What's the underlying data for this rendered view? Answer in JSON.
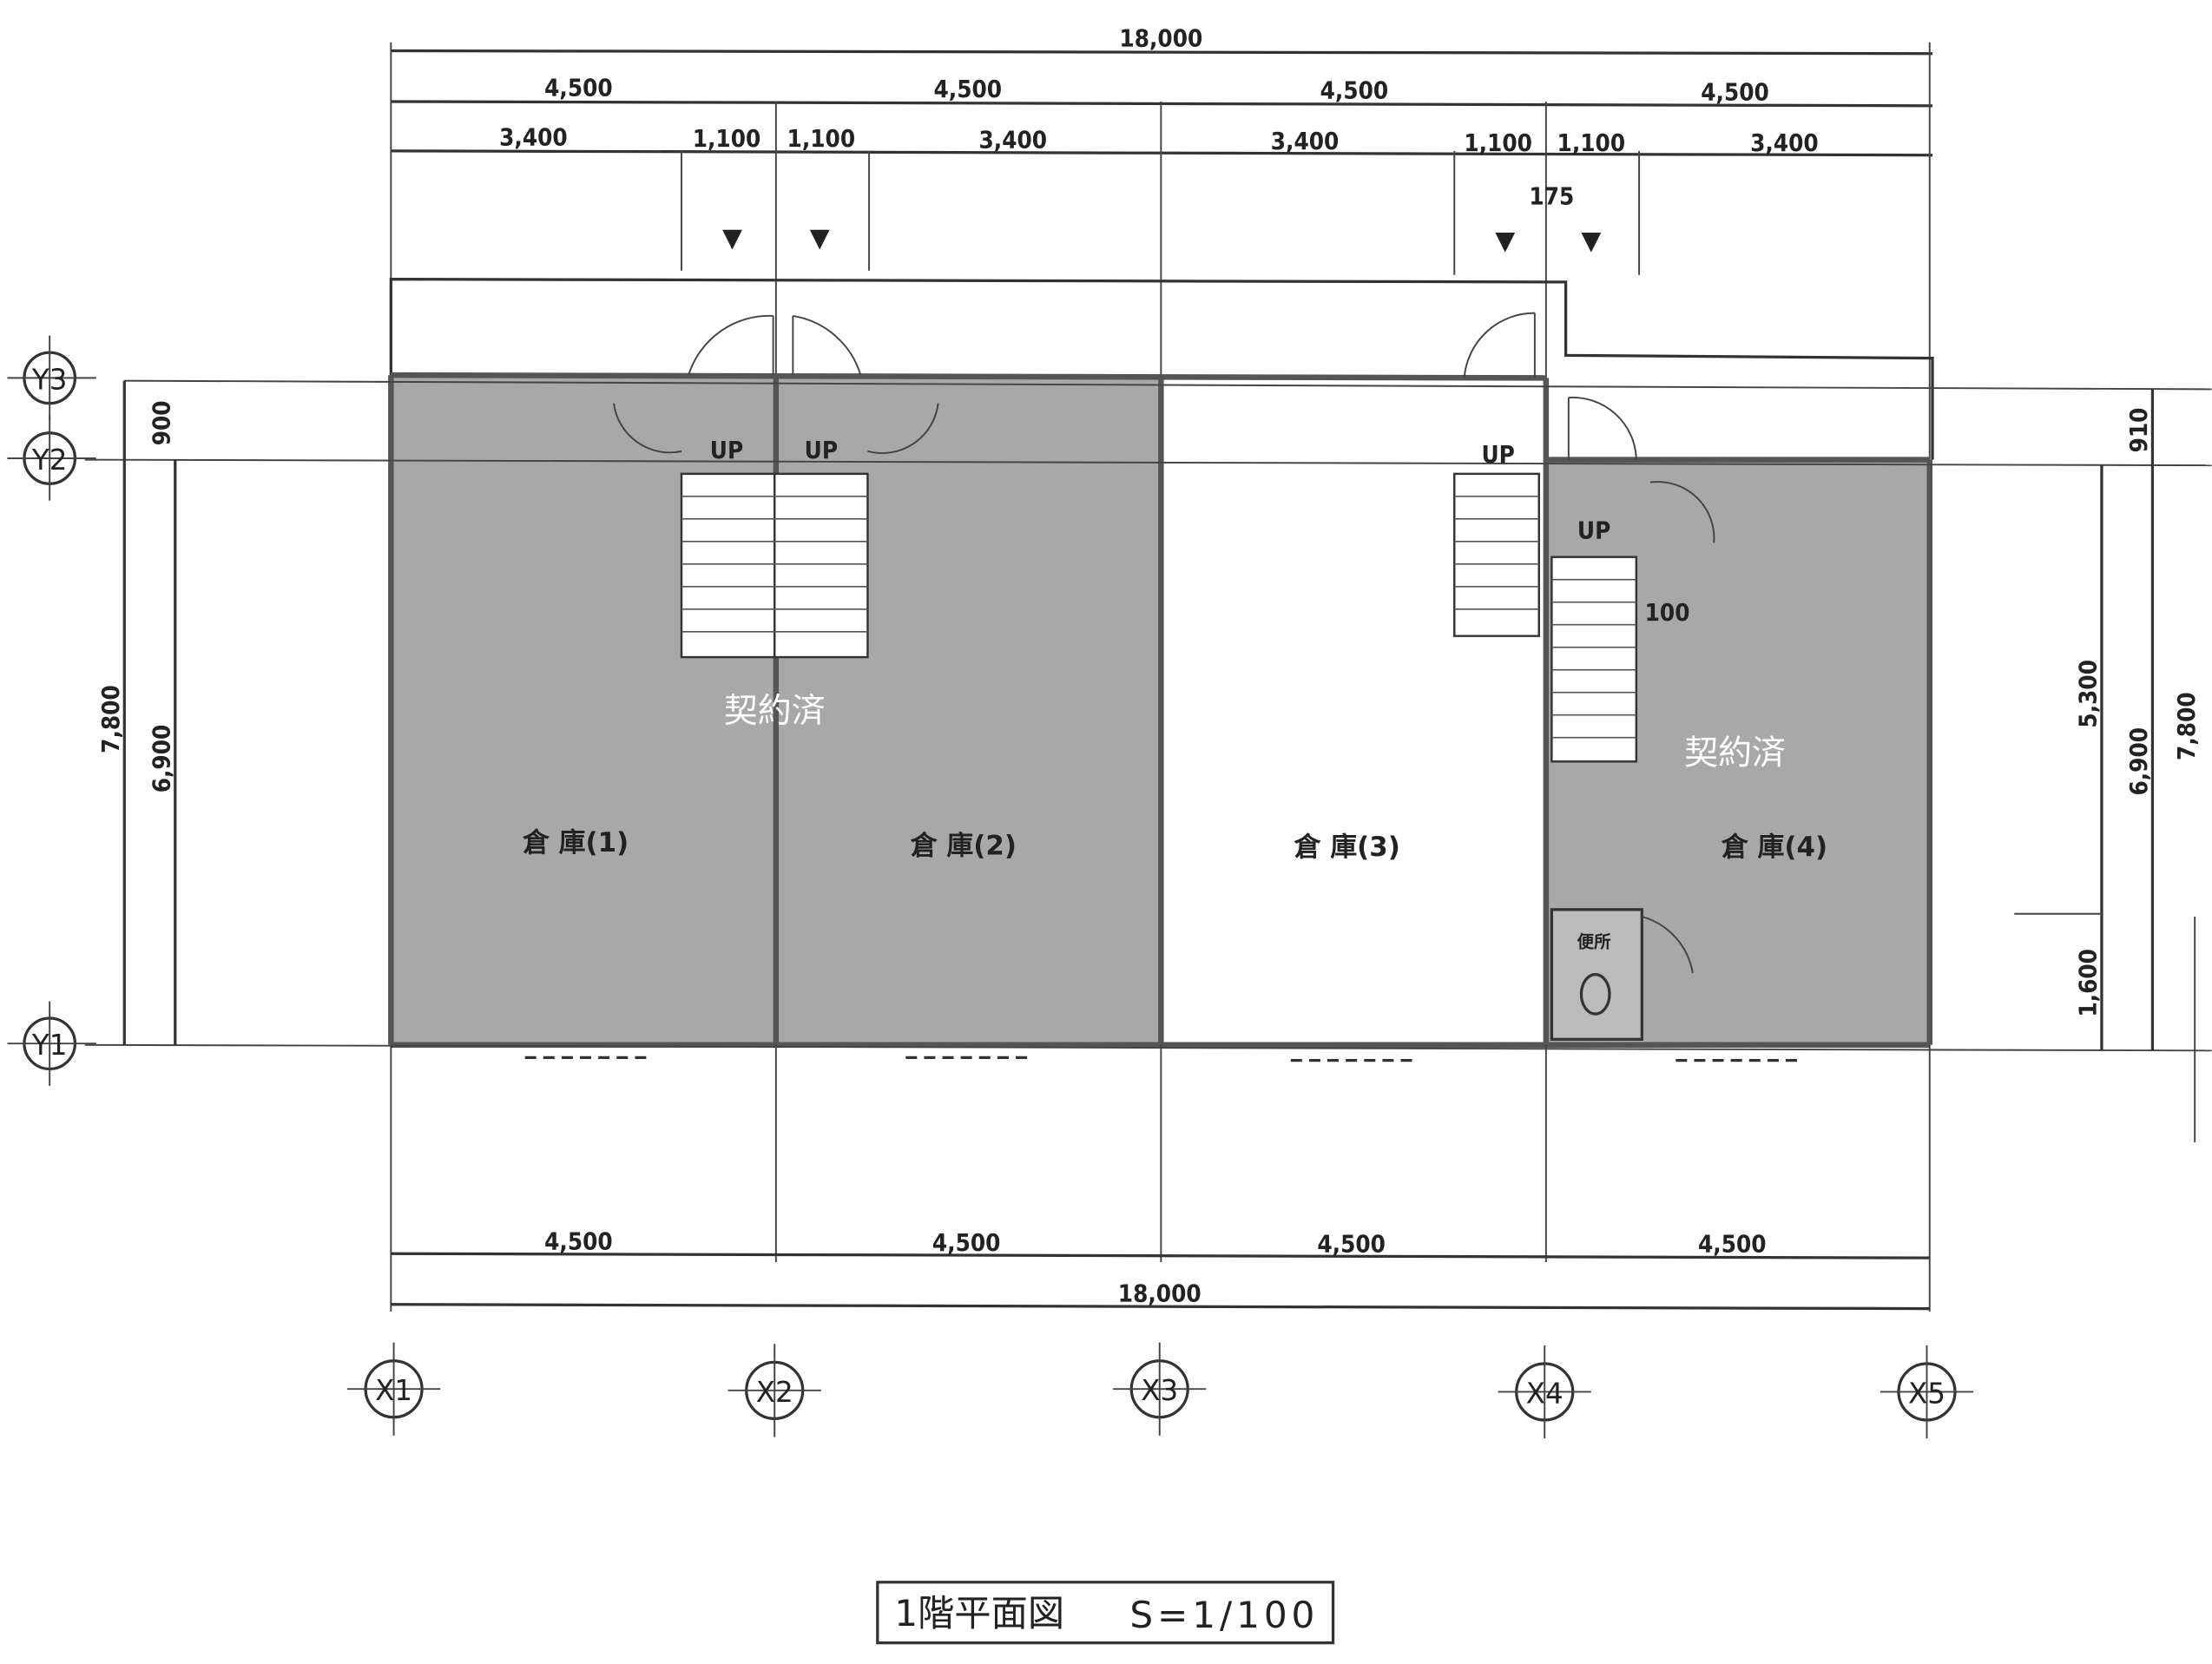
{
  "drawing": {
    "title": "1階平面図",
    "scale": "S=1/100",
    "top_dimensions": {
      "overall": "18,000",
      "bays": [
        "4,500",
        "4,500",
        "4,500",
        "4,500"
      ],
      "sub": [
        "3,400",
        "1,100",
        "1,100",
        "3,400",
        "3,400",
        "1,100",
        "1,100",
        "3,400"
      ],
      "offset": "175"
    },
    "bottom_dimensions": {
      "bays": [
        "4,500",
        "4,500",
        "4,500",
        "4,500"
      ],
      "overall": "18,000"
    },
    "left_dimensions": {
      "top": "900",
      "overall": "7,800",
      "inner": "6,900"
    },
    "right_dimensions": {
      "top": "910",
      "upper": "5,300",
      "inner": "6,900",
      "overall": "7,800",
      "lower": "1,600"
    },
    "grid_x": [
      "X1",
      "X2",
      "X3",
      "X4",
      "X5"
    ],
    "grid_y": [
      "Y3",
      "Y2",
      "Y1"
    ],
    "rooms": [
      {
        "label": "倉 庫(1)",
        "contracted": true
      },
      {
        "label": "倉 庫(2)",
        "contracted": true
      },
      {
        "label": "倉 庫(3)",
        "contracted": false
      },
      {
        "label": "倉 庫(4)",
        "contracted": true
      }
    ],
    "toilet_label": "便所",
    "stair_label": "UP",
    "stair_width_note": "100",
    "stamp": "契約済",
    "colors": {
      "contracted_fill": "#a8a8a8",
      "line": "#333333"
    }
  }
}
